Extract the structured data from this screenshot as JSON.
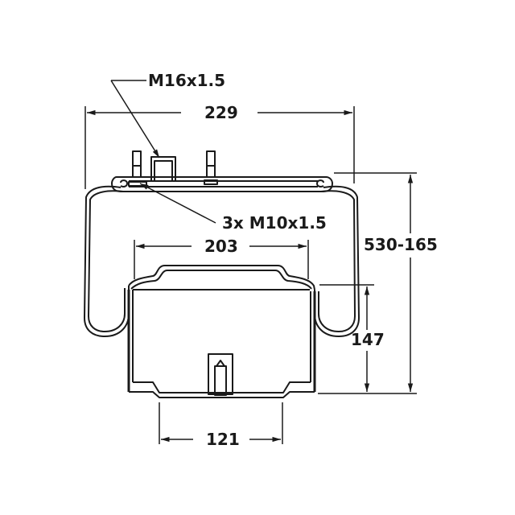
{
  "diagram": {
    "subject": "air spring (bellows with piston)",
    "stroke_color": "#1a1a1a",
    "background": "#ffffff",
    "annotations": {
      "top_thread": "M16x1.5",
      "mounting_studs": "3x M10x1.5"
    },
    "dimensions": {
      "top_plate_width": "229",
      "bellows_inner_width": "203",
      "height_range": "530-165",
      "piston_height": "147",
      "piston_base_width": "121"
    }
  }
}
